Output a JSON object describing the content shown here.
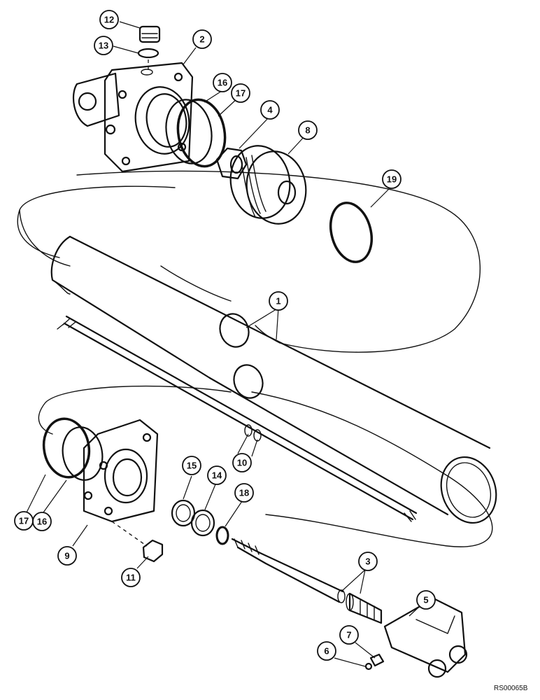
{
  "diagram": {
    "drawing_code": "RS00065B",
    "callouts": [
      {
        "id": "c12",
        "label": "12"
      },
      {
        "id": "c13",
        "label": "13"
      },
      {
        "id": "c2",
        "label": "2"
      },
      {
        "id": "c16a",
        "label": "16"
      },
      {
        "id": "c17a",
        "label": "17"
      },
      {
        "id": "c4",
        "label": "4"
      },
      {
        "id": "c8",
        "label": "8"
      },
      {
        "id": "c19",
        "label": "19"
      },
      {
        "id": "c1",
        "label": "1"
      },
      {
        "id": "c10",
        "label": "10"
      },
      {
        "id": "c15",
        "label": "15"
      },
      {
        "id": "c14",
        "label": "14"
      },
      {
        "id": "c18",
        "label": "18"
      },
      {
        "id": "c17b",
        "label": "17"
      },
      {
        "id": "c16b",
        "label": "16"
      },
      {
        "id": "c9",
        "label": "9"
      },
      {
        "id": "c11",
        "label": "11"
      },
      {
        "id": "c3",
        "label": "3"
      },
      {
        "id": "c5",
        "label": "5"
      },
      {
        "id": "c7",
        "label": "7"
      },
      {
        "id": "c6",
        "label": "6"
      }
    ]
  }
}
